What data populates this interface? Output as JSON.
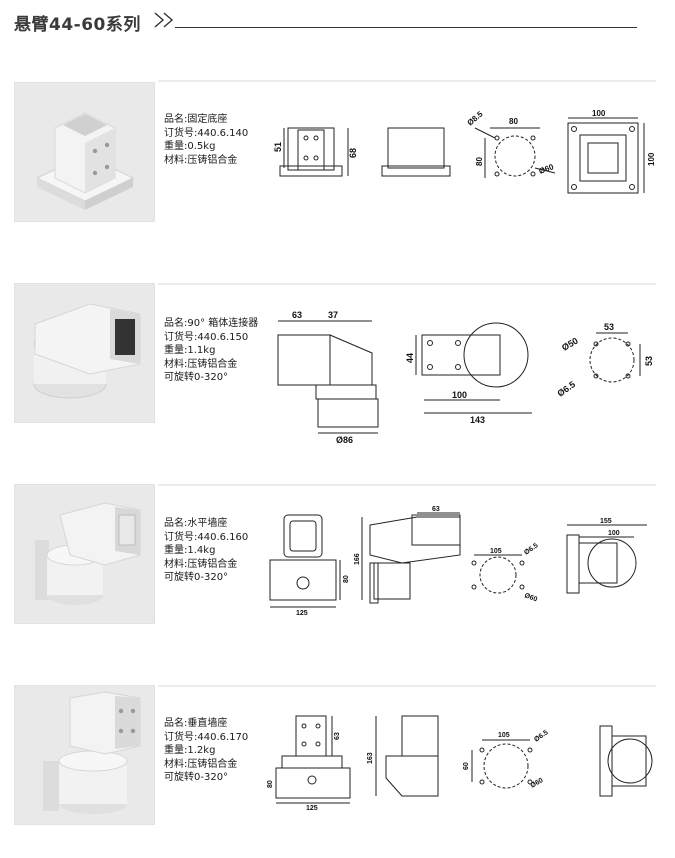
{
  "header": {
    "title": "悬臂44-60系列"
  },
  "products": [
    {
      "specs": [
        "品名:固定底座",
        "订货号:440.6.140",
        "重量:0.5kg",
        "材料:压铸铝合金"
      ],
      "dims": {
        "d1": "51",
        "d2": "68",
        "d3": "80",
        "d4": "Ø8.5",
        "d5": "80",
        "d6": "Ø60",
        "d7": "100",
        "d8": "100"
      }
    },
    {
      "specs": [
        "品名:90° 箱体连接器",
        "订货号:440.6.150",
        "重量:1.1kg",
        "材料:压铸铝合金",
        "可旋转0-320°"
      ],
      "dims": {
        "d1": "63",
        "d2": "37",
        "d3": "Ø86",
        "d4": "44",
        "d5": "100",
        "d6": "143",
        "d7": "53",
        "d8": "Ø50",
        "d9": "53",
        "d10": "Ø6.5"
      }
    },
    {
      "specs": [
        "品名:水平墙座",
        "订货号:440.6.160",
        "重量:1.4kg",
        "材料:压铸铝合金",
        "可旋转0-320°"
      ],
      "dims": {
        "d1": "80",
        "d2": "125",
        "d3": "63",
        "d4": "166",
        "d5": "105",
        "d6": "Ø6.5",
        "d7": "Ø60",
        "d8": "155",
        "d9": "100"
      }
    },
    {
      "specs": [
        "品名:垂直墙座",
        "订货号:440.6.170",
        "重量:1.2kg",
        "材料:压铸铝合金",
        "可旋转0-320°"
      ],
      "dims": {
        "d1": "63",
        "d2": "80",
        "d3": "125",
        "d4": "163",
        "d5": "105",
        "d6": "Ø6.5",
        "d7": "60",
        "d8": "Ø60"
      }
    }
  ],
  "colors": {
    "rule": "#333333",
    "separator": "#ececec",
    "photo_bg": "#e9e9e9"
  }
}
